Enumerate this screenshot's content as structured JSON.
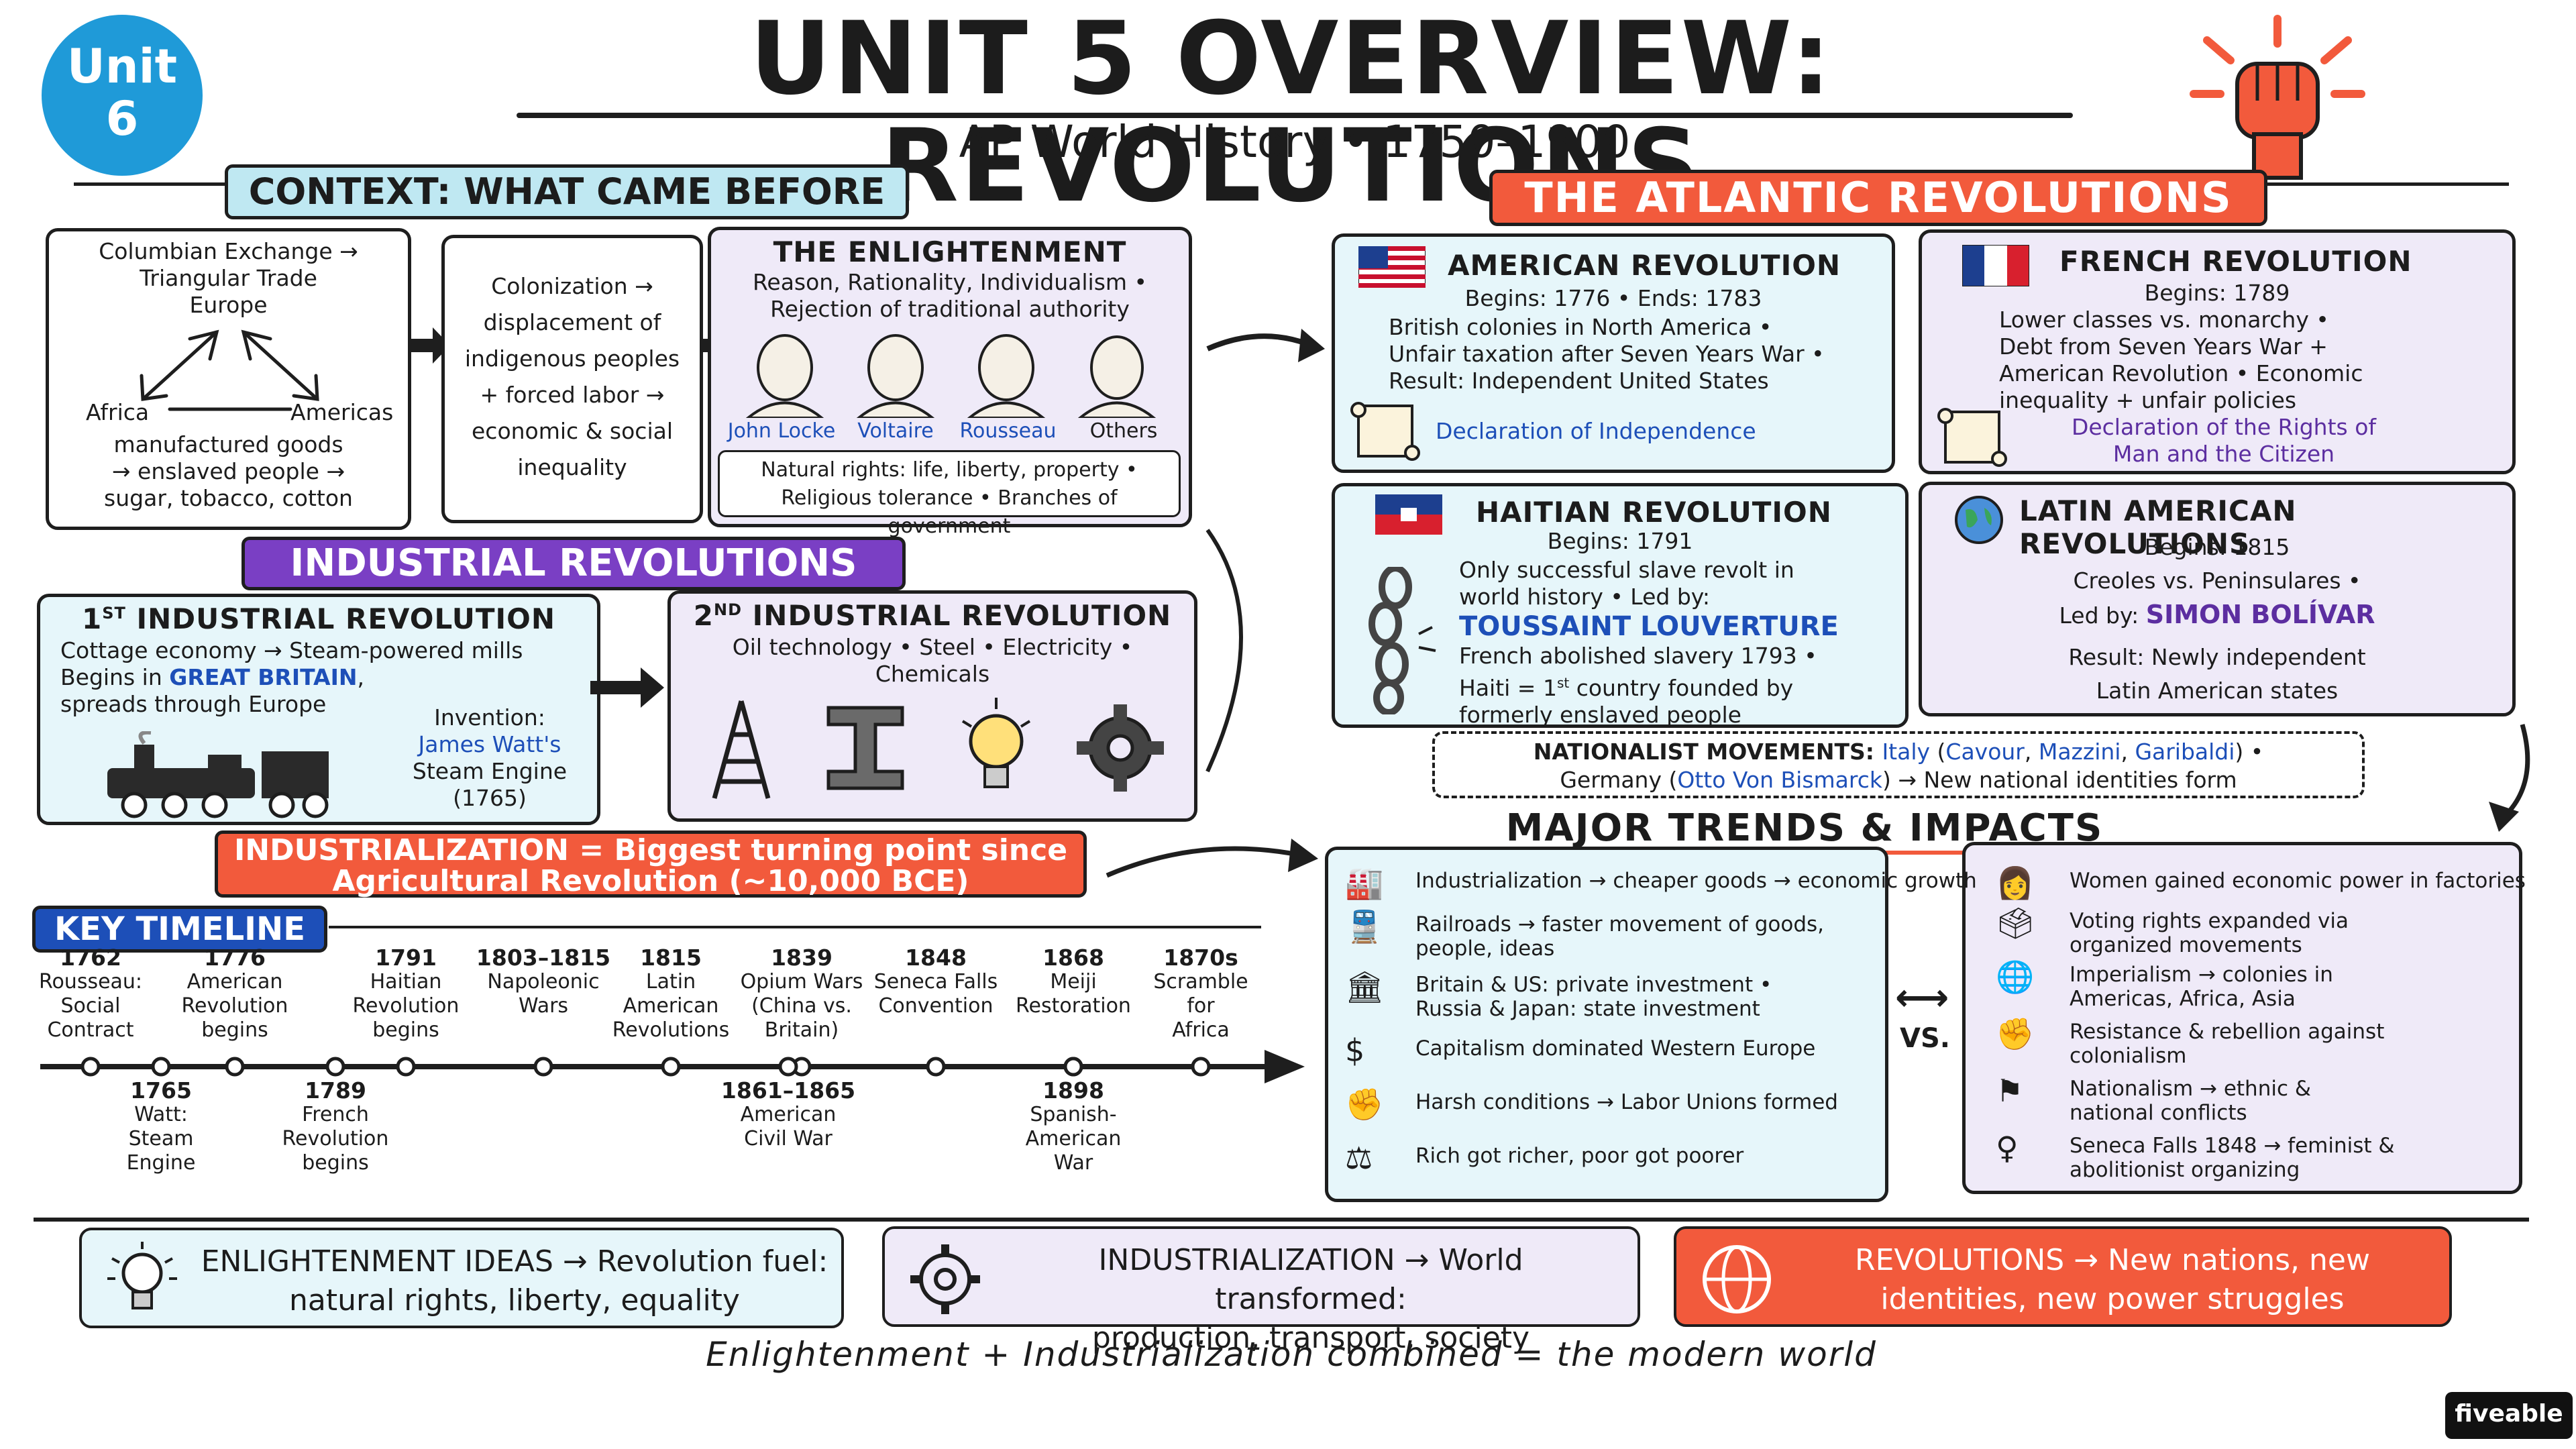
{
  "header": {
    "badge_line1": "Unit",
    "badge_line2": "6",
    "title": "UNIT 5 OVERVIEW: REVOLUTIONS",
    "subtitle": "AP World History • 1750–1900"
  },
  "context": {
    "banner": "CONTEXT: WHAT CAME BEFORE",
    "columbian": {
      "line1": "Columbian Exchange →",
      "line2": "Triangular Trade",
      "europe": "Europe",
      "africa": "Africa",
      "americas": "Americas",
      "goods1": "manufactured goods",
      "goods2": "→ enslaved people →",
      "goods3": "sugar, tobacco, cotton"
    },
    "colonization": [
      "Colonization →",
      "displacement of",
      "indigenous peoples",
      "+ forced labor →",
      "economic & social",
      "inequality"
    ],
    "enlightenment": {
      "title": "THE ENLIGHTENMENT",
      "line1": "Reason, Rationality, Individualism •",
      "line2": "Rejection of traditional authority",
      "thinkers": [
        "John Locke",
        "Voltaire",
        "Rousseau",
        "Others"
      ],
      "rights1": "Natural rights: life, liberty, property •",
      "rights2": "Religious tolerance • Branches of government"
    }
  },
  "industrial": {
    "banner": "INDUSTRIAL REVOLUTIONS",
    "first": {
      "title_a": "1",
      "title_sup": "ST",
      "title_b": " INDUSTRIAL REVOLUTION",
      "line1": "Cottage economy → Steam-powered mills",
      "line2a": "Begins in ",
      "line2b": "GREAT BRITAIN",
      "line2c": ",",
      "line3": "spreads through Europe",
      "invention1": "Invention:",
      "invention2": "James Watt's",
      "invention3": "Steam Engine",
      "invention4": "(1765)"
    },
    "second": {
      "title_a": "2",
      "title_sup": "ND",
      "title_b": " INDUSTRIAL REVOLUTION",
      "line1": "Oil technology • Steel • Electricity •",
      "line2": "Chemicals",
      "icons": [
        "oil-derrick-icon",
        "steel-beam-icon",
        "lightbulb-icon",
        "gear-icon"
      ]
    },
    "significance_line1": "INDUSTRIALIZATION = Biggest turning point since",
    "significance_line2": "Agricultural Revolution (~10,000 BCE)"
  },
  "atlantic": {
    "banner": "THE ATLANTIC REVOLUTIONS",
    "american": {
      "title": "AMERICAN REVOLUTION",
      "dates": "Begins: 1776 • Ends: 1783",
      "line1": "British colonies in North America •",
      "line2": "Unfair taxation after Seven Years War •",
      "line3": "Result: Independent United States",
      "doc": "Declaration of Independence"
    },
    "french": {
      "title": "FRENCH REVOLUTION",
      "dates": "Begins: 1789",
      "line1": "Lower classes vs. monarchy •",
      "line2": "Debt from Seven Years War +",
      "line3": "American Revolution • Economic",
      "line4": "inequality + unfair policies",
      "doc1": "Declaration of the Rights of",
      "doc2": "Man and the Citizen"
    },
    "haitian": {
      "title": "HAITIAN REVOLUTION",
      "dates": "Begins: 1791",
      "line1": "Only successful slave revolt in",
      "line2": "world history • Led by:",
      "leader": "TOUSSAINT LOUVERTURE",
      "line3": "French abolished slavery 1793 •",
      "line4a": "Haiti = 1",
      "line4sup": "st",
      "line4b": " country founded by",
      "line5": "formerly enslaved people"
    },
    "latin": {
      "title": "LATIN AMERICAN REVOLUTIONS",
      "dates": "Begins: 1815",
      "line1": "Creoles vs. Peninsulares •",
      "line2a": "Led by: ",
      "leader": "SIMON BOLÍVAR",
      "line3": "Result: Newly independent",
      "line4": "Latin American states"
    },
    "nationalist": {
      "label": "NATIONALIST MOVEMENTS: ",
      "italy": "Italy",
      "open": " (",
      "cavour": "Cavour",
      "sep1": ", ",
      "mazzini": "Mazzini",
      "sep2": ", ",
      "garibaldi": "Garibaldi",
      "close": ") •",
      "germany": "Germany (",
      "bismarck": "Otto Von Bismarck",
      "result": ") → New national identities form"
    }
  },
  "timeline": {
    "banner": "KEY TIMELINE",
    "above": [
      {
        "year": "1762",
        "l1": "Rousseau:",
        "l2": "Social",
        "l3": "Contract"
      },
      {
        "year": "1776",
        "l1": "American",
        "l2": "Revolution",
        "l3": "begins"
      },
      {
        "year": "1791",
        "l1": "Haitian",
        "l2": "Revolution",
        "l3": "begins"
      },
      {
        "year": "1803–1815",
        "l1": "Napoleonic",
        "l2": "Wars",
        "l3": ""
      },
      {
        "year": "1815",
        "l1": "Latin",
        "l2": "American",
        "l3": "Revolutions"
      },
      {
        "year": "1839",
        "l1": "Opium Wars",
        "l2": "(China vs.",
        "l3": "Britain)"
      },
      {
        "year": "1848",
        "l1": "Seneca Falls",
        "l2": "Convention",
        "l3": ""
      },
      {
        "year": "1868",
        "l1": "Meiji",
        "l2": "Restoration",
        "l3": ""
      },
      {
        "year": "1870s",
        "l1": "Scramble",
        "l2": "for",
        "l3": "Africa"
      }
    ],
    "below": [
      {
        "year": "1765",
        "l1": "Watt:",
        "l2": "Steam",
        "l3": "Engine"
      },
      {
        "year": "1789",
        "l1": "French",
        "l2": "Revolution",
        "l3": "begins"
      },
      {
        "year": "1861–1865",
        "l1": "American",
        "l2": "Civil War",
        "l3": ""
      },
      {
        "year": "1898",
        "l1": "Spanish-",
        "l2": "American",
        "l3": "War"
      }
    ]
  },
  "trends": {
    "banner": "MAJOR TRENDS & IMPACTS",
    "vs": "VS.",
    "left": [
      {
        "icon": "factory-icon",
        "text": "Industrialization → cheaper goods → economic growth"
      },
      {
        "icon": "train-icon",
        "text": "Railroads → faster movement of goods,",
        "text2": "people, ideas"
      },
      {
        "icon": "bank-icon",
        "text": "Britain & US: private investment •",
        "text2": "Russia & Japan: state investment"
      },
      {
        "icon": "dollar-icon",
        "text": "Capitalism dominated Western Europe"
      },
      {
        "icon": "fist-icon",
        "text": "Harsh conditions → Labor Unions formed"
      },
      {
        "icon": "scales-icon",
        "text": "Rich got richer, poor got poorer"
      }
    ],
    "right": [
      {
        "icon": "woman-icon",
        "text": "Women gained economic power in factories"
      },
      {
        "icon": "ballot-box-icon",
        "text": "Voting rights expanded via",
        "text2": "organized movements"
      },
      {
        "icon": "globe-icon",
        "text": "Imperialism → colonies in",
        "text2": "Americas, Africa, Asia"
      },
      {
        "icon": "raised-fist-icon",
        "text": "Resistance & rebellion against",
        "text2": "colonialism"
      },
      {
        "icon": "flags-icon",
        "text": "Nationalism → ethnic &",
        "text2": "national conflicts"
      },
      {
        "icon": "venus-icon",
        "text": "Seneca Falls 1848 → feminist &",
        "text2": "abolitionist organizing"
      }
    ]
  },
  "summary": {
    "enlightenment_l1": "ENLIGHTENMENT IDEAS → Revolution fuel:",
    "enlightenment_l2": "natural rights, liberty, equality",
    "industrialization_l1": "INDUSTRIALIZATION → World transformed:",
    "industrialization_l2": "production, transport, society",
    "revolutions_l1": "REVOLUTIONS → New nations, new",
    "revolutions_l2": "identities, new power struggles",
    "bottom_line": "Enlightenment + Industrialization combined = the modern world"
  },
  "brand": "fiveable",
  "colors": {
    "cyan_banner": "#bfe8f2",
    "red_banner": "#f25a3c",
    "purple_banner": "#7a3fc4",
    "blue_badge": "#1f9ad8",
    "blue_text": "#1d4fb8",
    "purple_text": "#5c2ea0"
  }
}
